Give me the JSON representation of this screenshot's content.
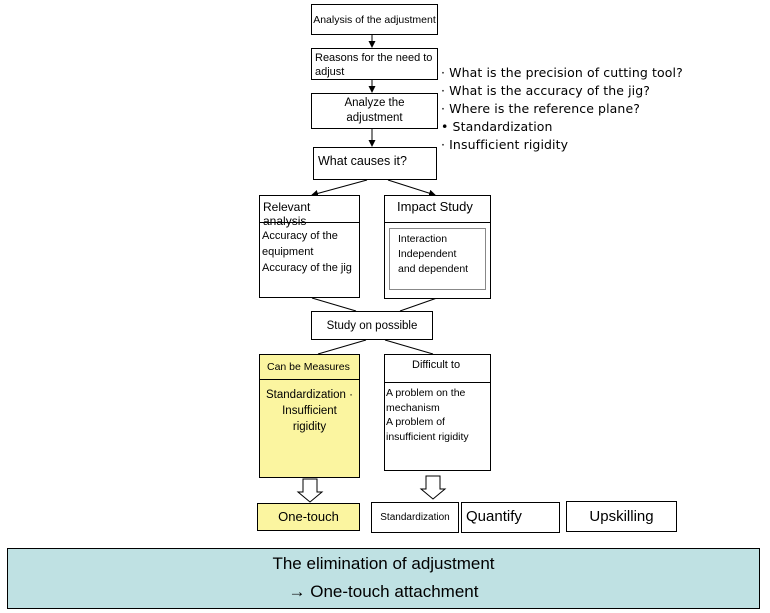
{
  "flow": {
    "analysis": "Analysis of the adjustment",
    "reasons": "Reasons for the need to adjust",
    "analyze": "Analyze the adjustment",
    "causes": "What causes it?",
    "notes": [
      "· What is the precision of cutting tool?",
      "· What is the accuracy of the jig?",
      "· Where is the reference plane?",
      "• Standardization",
      "· Insufficient rigidity"
    ],
    "relevant_title": "Relevant analysis",
    "relevant_body": "Accuracy of the\nequipment\nAccuracy of the jig",
    "impact_title": "Impact Study",
    "impact_body": "Interaction\nIndependent\nand dependent",
    "study": "Study on possible",
    "measures_title": "Can be Measures",
    "measures_body": "Standardization ·\nInsufficient\nrigidity",
    "difficult_title": "Difficult to",
    "difficult_body": "A problem on the\nmechanism\nA problem of\ninsufficient rigidity",
    "one_touch": "One-touch",
    "standardization": "Standardization",
    "quantify": "Quantify",
    "upskilling": "Upskilling"
  },
  "banner": {
    "line1": "The elimination of adjustment",
    "line2": "→ One-touch attachment"
  },
  "colors": {
    "highlight": "#fbf5a0",
    "banner": "#bfe1e3"
  }
}
